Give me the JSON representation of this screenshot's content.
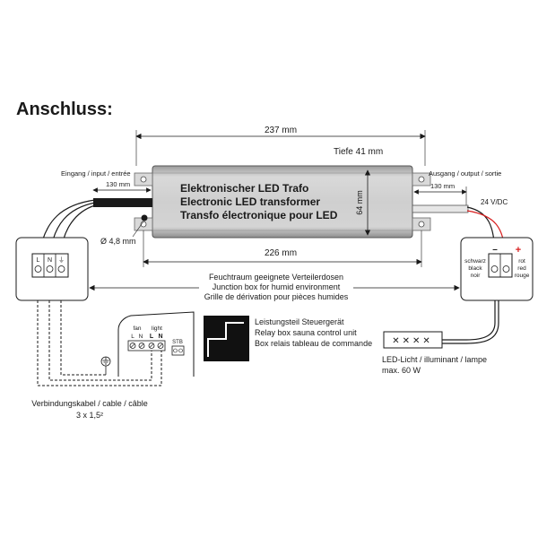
{
  "heading": "Anschluss:",
  "dimensions": {
    "length": "237 mm",
    "depth": "Tiefe 41 mm",
    "height": "64 mm",
    "mount_distance": "226 mm",
    "cable_in": "130 mm",
    "cable_out": "130 mm",
    "hole_diameter": "Ø 4,8 mm"
  },
  "transformer": {
    "label_de": "Elektronischer LED Trafo",
    "label_en": "Electronic LED transformer",
    "label_fr": "Transfo électronique pour LED"
  },
  "input_label": "Eingang / input / entrée",
  "output_label": "Ausgang / output / sortie",
  "output_voltage": "24 V/DC",
  "junction_box": {
    "line_de": "Feuchtraum geeignete Verteilerdosen",
    "line_en": "Junction box for humid environment",
    "line_fr": "Grille de dérivation pour pièces humides"
  },
  "left_terminals": [
    "L",
    "N",
    "⏚"
  ],
  "polarity": {
    "minus": "–",
    "plus": "+",
    "black_labels": [
      "schwarz",
      "black",
      "noir"
    ],
    "red_labels": [
      "rot",
      "red",
      "rouge"
    ]
  },
  "relay_box": {
    "fan_label": "fan",
    "light_label": "light",
    "fan_terms": [
      "L",
      "N"
    ],
    "light_terms": [
      "L",
      "N"
    ],
    "stb_label": "STB"
  },
  "legend": {
    "line1": "Leistungsteil Steuergerät",
    "line2": "Relay box sauna control unit",
    "line3": "Box relais tableau de commande"
  },
  "cable": {
    "label": "Verbindungskabel / cable / câble",
    "spec": "3 x 1,5²"
  },
  "led_strip": {
    "marks": "✕✕✕✕",
    "label": "LED-Licht / illuminant / lampe",
    "power": "max. 60 W"
  },
  "colors": {
    "ink": "#1a1a1a",
    "transformer_body": "#c8c8c8",
    "red_wire": "#d81e1e"
  }
}
